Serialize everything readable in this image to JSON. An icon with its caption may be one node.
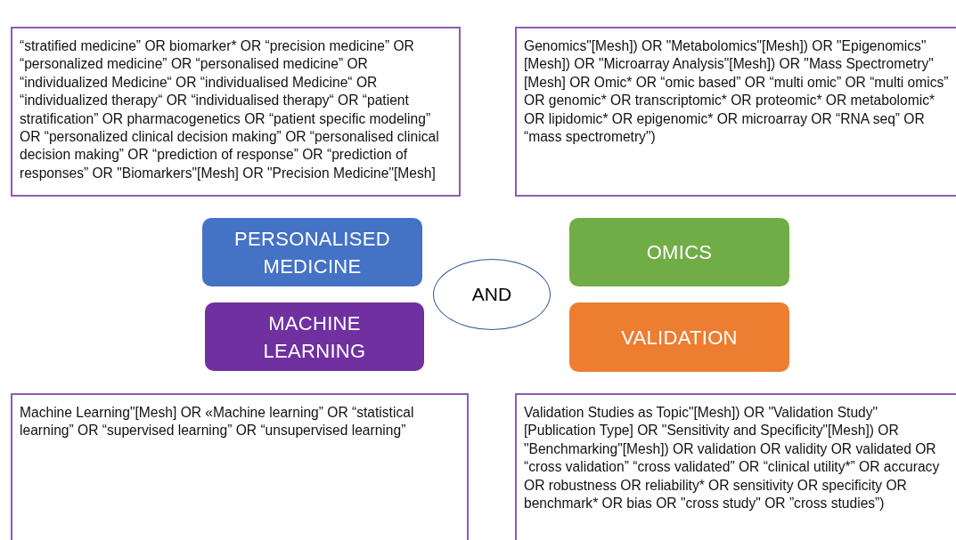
{
  "diagram": {
    "nodes": [
      {
        "text": [
          "“stratified medicine” OR biomarker* OR “precision medicine” OR “personalized medicine” OR “personalised medicine” OR “individualized Medicine“ OR “individualised Medicine“ OR “individualized therapy“ OR “individualised therapy“ OR “patient stratification” OR pharmacogenetics OR “patient specific modeling” OR “personalized clinical decision making” OR “personalised clinical decision making” OR “prediction of response” OR “prediction of responses” OR \"Biomarkers\"[Mesh] OR \"Precision Medicine\"[Mesh]"
        ]
      },
      {
        "text": [
          "Genomics\"[Mesh]) OR \"Metabolomics\"[Mesh]) OR \"Epigenomics\"[Mesh]) OR \"Microarray Analysis\"[Mesh]) OR \"Mass Spectrometry\"[Mesh] OR Omic* OR “omic based” OR “multi omic” OR “multi omics” OR genomic* OR transcriptomic* OR proteomic* OR metabolomic* OR lipidomic* OR epigenomic* OR microarray OR “RNA seq” OR “mass spectrometry\")"
        ]
      },
      {
        "text": [
          "PERSONALISED MEDICINE"
        ]
      },
      {
        "text": [
          "OMICS"
        ]
      },
      {
        "text": [
          "AND"
        ]
      },
      {
        "text": [
          "MACHINE LEARNING"
        ]
      },
      {
        "text": [
          "VALIDATION"
        ]
      },
      {
        "text": [
          "Machine Learning\"[Mesh] OR «Machine learning” OR “statistical learning” OR “supervised learning” OR “unsupervised learning”"
        ]
      },
      {
        "text": [
          "Validation Studies as Topic\"[Mesh]) OR \"Validation Study\" [Publication Type] OR \"Sensitivity and Specificity\"[Mesh]) OR \"Benchmarking\"[Mesh]) OR validation OR validity OR validated OR “cross validation” “cross validated” OR “clinical utility*” OR accuracy OR robustness OR reliability* OR sensitivity OR specificity OR benchmark* OR bias OR \"cross study\" OR ”cross studies”)"
        ]
      }
    ]
  }
}
